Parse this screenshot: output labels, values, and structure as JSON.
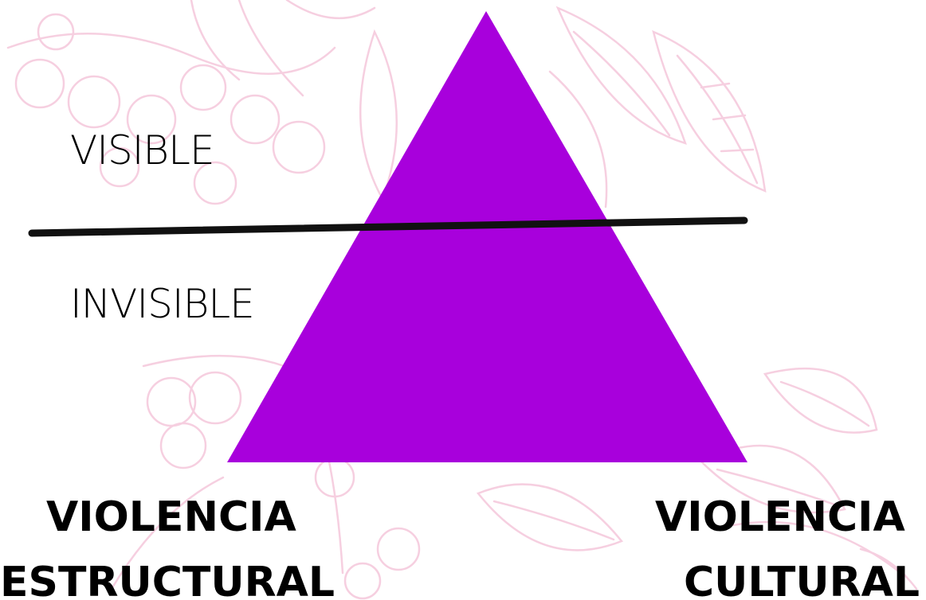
{
  "diagram": {
    "levels": {
      "upper": "VISIBLE",
      "lower": "INVISIBLE"
    },
    "corners": {
      "left_line1": "VIOLENCIA",
      "left_line2": "ESTRUCTURAL",
      "right_line1": "VIOLENCIA",
      "right_line2": "CULTURAL"
    }
  },
  "colors": {
    "triangle": "#a800dc",
    "divider": "#111111",
    "decoration": "#f6cfe0",
    "text": "#000000"
  },
  "icons": {
    "background": "botanical-sketch-icon"
  }
}
